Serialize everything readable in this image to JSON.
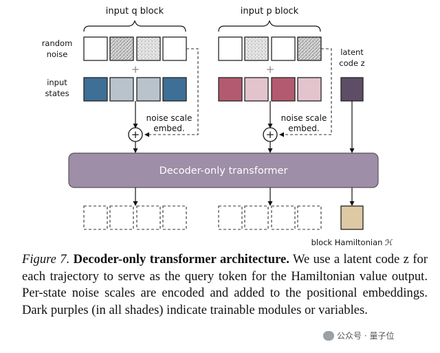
{
  "labels": {
    "block_q": "input q block",
    "block_p": "input p block",
    "random_noise_1": "random",
    "random_noise_2": "noise",
    "input_states_1": "input",
    "input_states_2": "states",
    "latent_1": "latent",
    "latent_2": "code z",
    "noise_scale_q_1": "noise scale",
    "noise_scale_q_2": "embed.",
    "noise_scale_p_1": "noise scale",
    "noise_scale_p_2": "embed.",
    "plus_q": "+",
    "plus_p": "+",
    "add_q": "+",
    "add_p": "+",
    "transformer": "Decoder-only transformer",
    "hamiltonian": "block Hamiltonian ℋ"
  },
  "colors": {
    "q_states": [
      "#3e6f96",
      "#b9c3cb",
      "#b9c3cb",
      "#3e6f96"
    ],
    "p_states": [
      "#b45a70",
      "#e3c4cc",
      "#b45a70",
      "#e3c4cc"
    ],
    "latent": "#5d4d66",
    "transformer_fill": "#9e8ea7",
    "hamiltonian_fill": "#ddc9a3"
  },
  "caption": {
    "figure": "Figure 7.",
    "title": "Decoder-only transformer architecture.",
    "body": "We use a latent code z for each trajectory to serve as the query token for the Hamiltonian value output. Per-state noise scales are encoded and added to the positional embeddings. Dark purples (in all shades) indicate trainable modules or variables."
  },
  "watermark": "公众号 · 量子位"
}
